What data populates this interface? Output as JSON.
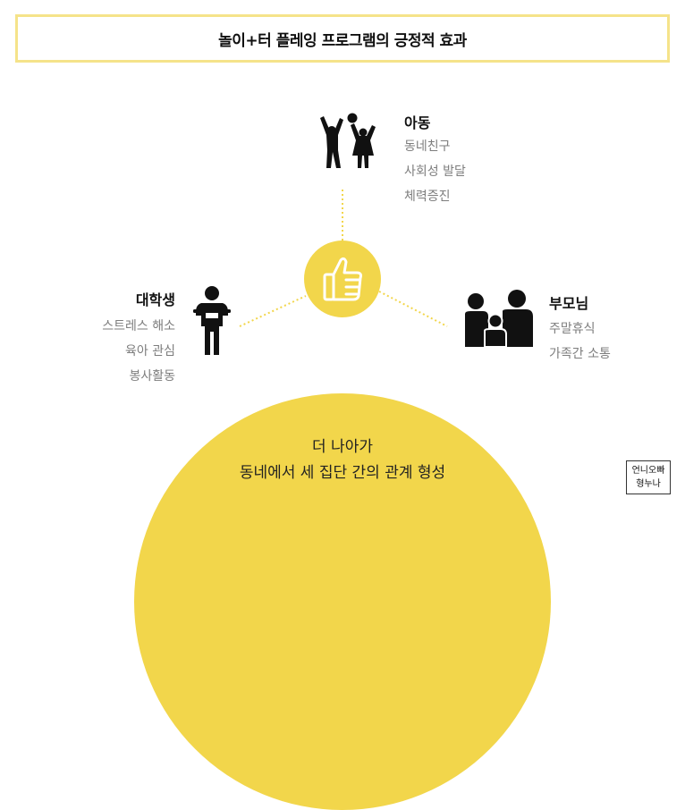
{
  "title": "놀이+터 플레잉 프로그램의 긍정적 효과",
  "colors": {
    "accent": "#f2d64b",
    "title_border": "#f5e38a",
    "muted_text": "#7d7d7d"
  },
  "center": {
    "icon": "thumbs-up-icon"
  },
  "groups": {
    "children": {
      "icon": "children-playing-icon",
      "heading": "아동",
      "items": [
        "동네친구",
        "사회성 발달",
        "체력증진"
      ]
    },
    "students": {
      "icon": "student-person-icon",
      "heading": "대학생",
      "items": [
        "스트레스 해소",
        "육아 관심",
        "봉사활동"
      ]
    },
    "parents": {
      "icon": "family-icon",
      "heading": "부모님",
      "items": [
        "주말휴식",
        "가족간 소통"
      ]
    }
  },
  "outcome": {
    "line1": "더 나아가",
    "line2": "동네에서 세 집단 간의 관계 형성"
  },
  "logo": {
    "line1": "언니오빠",
    "line2": "형누나"
  }
}
